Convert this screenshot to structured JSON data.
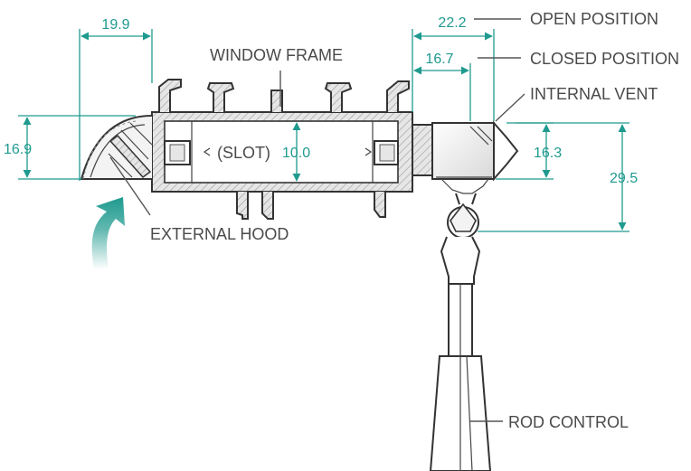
{
  "labels": {
    "open_position": "OPEN POSITION",
    "closed_position": "CLOSED POSITION",
    "window_frame": "WINDOW FRAME",
    "internal_vent": "INTERNAL VENT",
    "slot": "(SLOT)",
    "external_hood": "EXTERNAL HOOD",
    "rod_control": "ROD CONTROL"
  },
  "dimensions": {
    "hood_width": "19.9",
    "hood_height": "16.9",
    "slot_height": "10.0",
    "open_depth": "22.2",
    "closed_depth": "16.7",
    "vent_height": "16.3",
    "vent_total_height": "29.5"
  },
  "colors": {
    "dimension": "#1f9a8f",
    "outline": "#333333",
    "label": "#4a4a4a",
    "airflow_arrow": "#1f9a8f"
  },
  "icons": {
    "airflow": "curved-arrow-icon"
  }
}
